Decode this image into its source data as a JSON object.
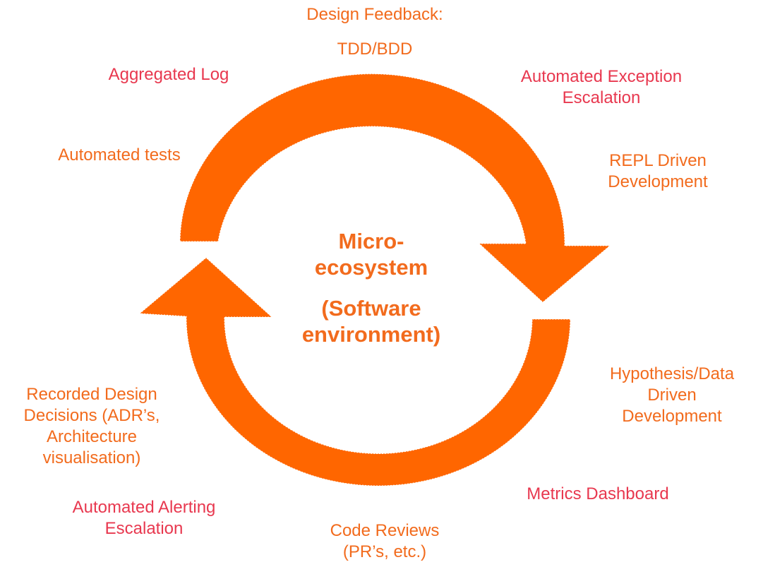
{
  "colors": {
    "arrow": "#ff6600",
    "orange_text": "#f26b1d",
    "red_text": "#e8384f",
    "center_text": "#f26b1d"
  },
  "center": {
    "title": "Micro-\necosystem",
    "subtitle": "(Software\nenvironment)"
  },
  "labels": {
    "design_feedback": "Design Feedback:",
    "tdd_bdd": "TDD/BDD",
    "aggregated_log": "Aggregated Log",
    "automated_exception": "Automated Exception\nEscalation",
    "automated_tests": "Automated tests",
    "repl_driven": "REPL Driven\nDevelopment",
    "hypothesis": "Hypothesis/Data\nDriven\nDevelopment",
    "recorded_design": "Recorded Design\nDecisions (ADR’s,\nArchitecture\nvisualisation)",
    "metrics_dashboard": "Metrics Dashboard",
    "automated_alerting": "Automated Alerting\nEscalation",
    "code_reviews": "Code Reviews\n(PR’s, etc.)"
  }
}
